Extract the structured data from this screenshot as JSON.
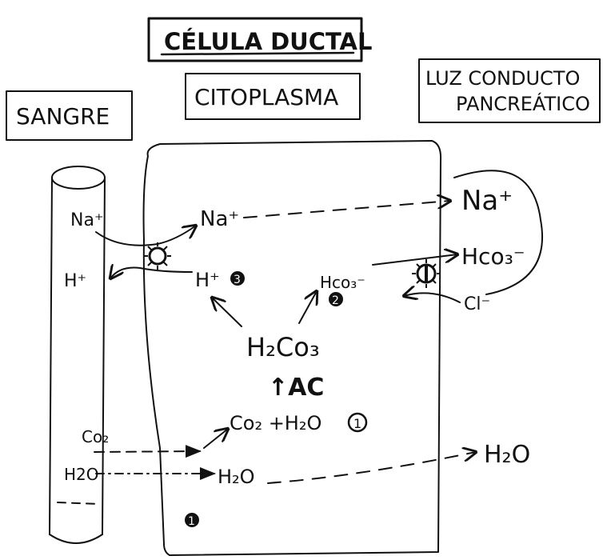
{
  "titles": {
    "cell": "CÉLULA DUCTAL",
    "cytoplasm": "CITOPLASMA",
    "blood": "SANGRE",
    "lumen_line1": "LUZ CONDUCTO",
    "lumen_line2": "PANCREÁTICO"
  },
  "blood_species": {
    "na": "Na⁺",
    "h": "H⁺",
    "co2": "Co₂",
    "h2o": "H2O"
  },
  "cytoplasm_species": {
    "na": "Na⁺",
    "h": "H⁺",
    "h_step": "3",
    "hco3": "Hco₃⁻",
    "hco3_step": "2",
    "h2co3": "H₂Co₃",
    "enzyme": "↑AC",
    "reaction": "Co₂ +H₂O",
    "reaction_step": "1",
    "water": "H₂O",
    "water_step": "1"
  },
  "lumen_species": {
    "na": "Na⁺",
    "hco3": "Hco₃⁻",
    "cl": "Cl⁻",
    "h2o": "H₂O"
  },
  "colors": {
    "ink": "#111111",
    "background": "#ffffff"
  },
  "icons": {
    "transporter": "transporter-circle-icon",
    "step_marker": "numbered-circle-icon"
  }
}
